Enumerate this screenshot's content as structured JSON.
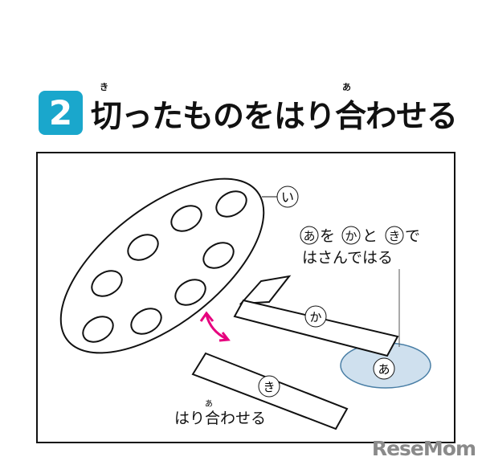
{
  "step_number": "2",
  "title": "切ったものをはり合わせる",
  "title_ruby": {
    "kiru": "き",
    "awaseru": "あ"
  },
  "labels": {
    "plate": "い",
    "strip_ka": "か",
    "strip_ki": "き",
    "base": "あ"
  },
  "instruction": {
    "line1_parts": [
      "あ",
      "を",
      "か",
      "と",
      "き",
      "で"
    ],
    "line2": "はさんではる"
  },
  "caption": "はり合わせる",
  "caption_ruby": "あ",
  "logo": "ReseMom",
  "colors": {
    "badge": "#1aa7cc",
    "arrow": "#e6007e",
    "base_fill": "#cfe0ee",
    "base_stroke": "#4a7fa6"
  }
}
